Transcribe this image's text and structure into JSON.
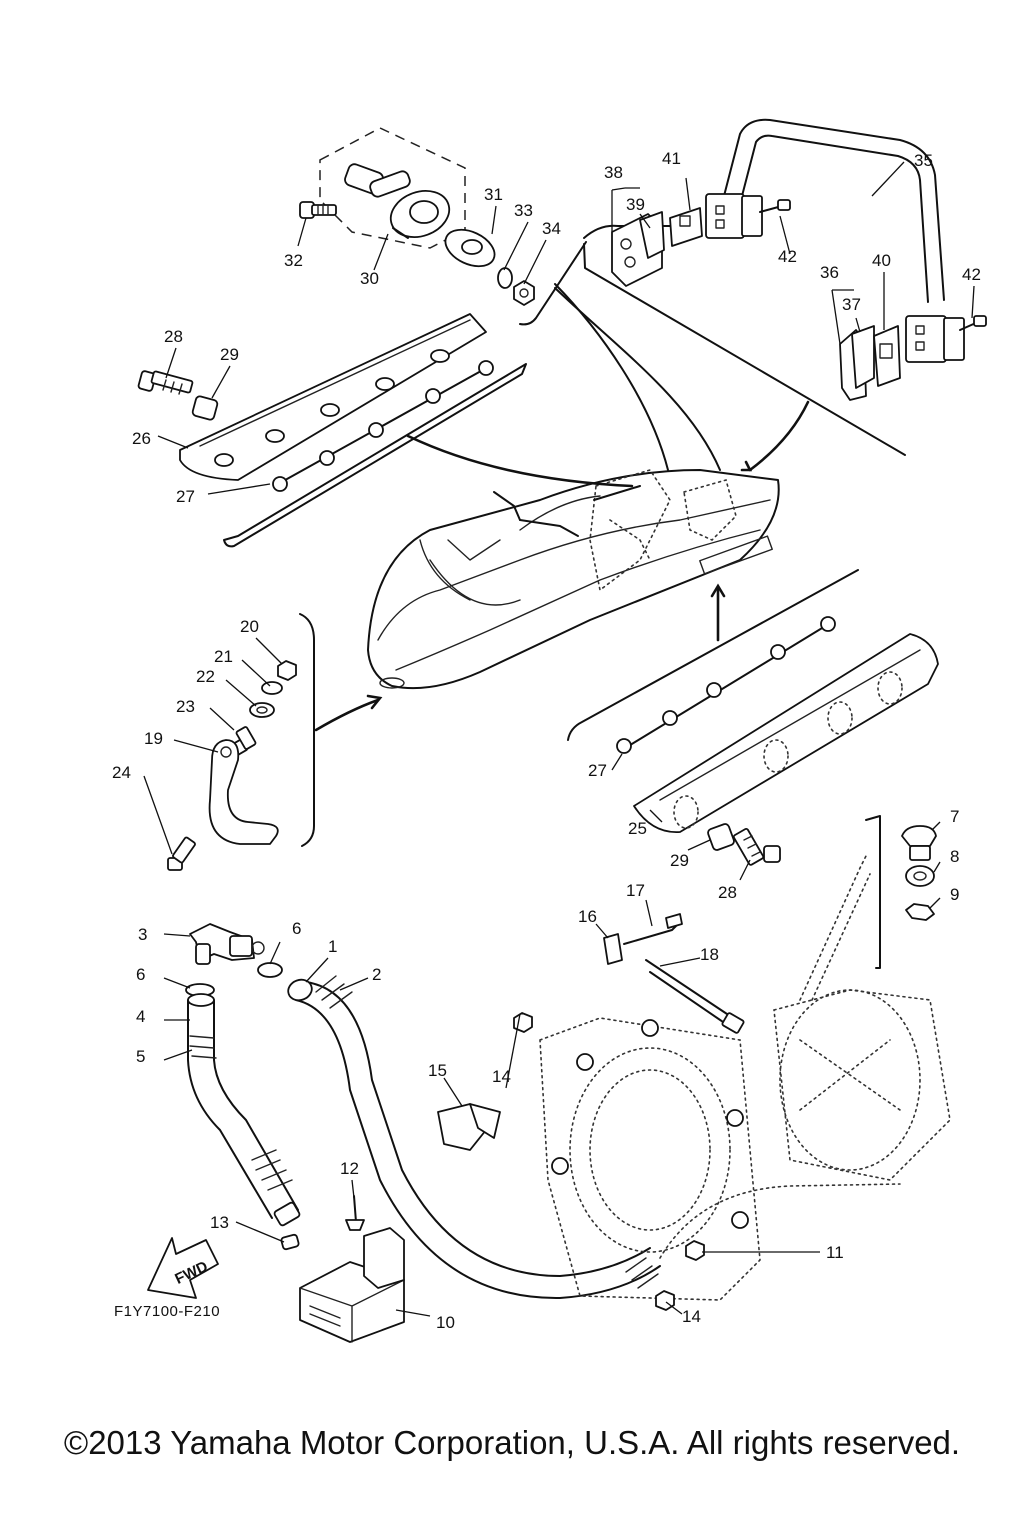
{
  "diagram": {
    "title": "",
    "code": "F1Y7100-F210",
    "forward_label": "FWD",
    "callouts": {
      "c1": "1",
      "c2": "2",
      "c3": "3",
      "c4": "4",
      "c5": "5",
      "c6a": "6",
      "c6b": "6",
      "c7": "7",
      "c8": "8",
      "c9": "9",
      "c10": "10",
      "c11": "11",
      "c12": "12",
      "c13": "13",
      "c14a": "14",
      "c14b": "14",
      "c15": "15",
      "c16": "16",
      "c17": "17",
      "c18": "18",
      "c19": "19",
      "c20": "20",
      "c21": "21",
      "c22": "22",
      "c23": "23",
      "c24": "24",
      "c25": "25",
      "c26": "26",
      "c27a": "27",
      "c27b": "27",
      "c28a": "28",
      "c28b": "28",
      "c29a": "29",
      "c29b": "29",
      "c30": "30",
      "c31": "31",
      "c32": "32",
      "c33": "33",
      "c34": "34",
      "c35": "35",
      "c36": "36",
      "c37": "37",
      "c38": "38",
      "c39": "39",
      "c40": "40",
      "c41": "41",
      "c42a": "42",
      "c42b": "42"
    }
  },
  "footer": {
    "copyright": "©2013 Yamaha Motor Corporation, U.S.A. All rights reserved."
  }
}
